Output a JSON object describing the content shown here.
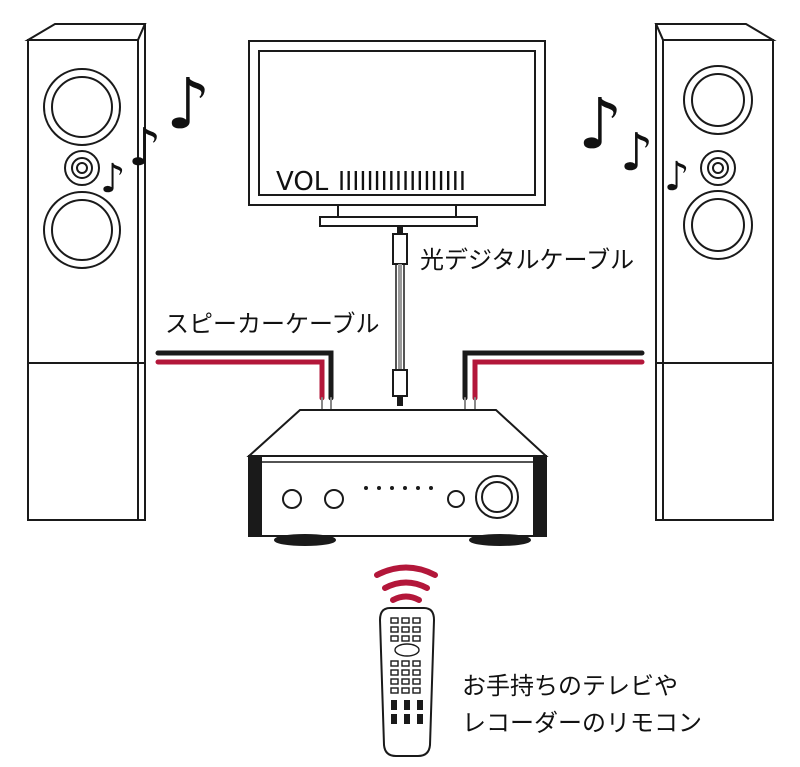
{
  "tv": {
    "vol_label": "VOL",
    "vol_bars": "IIIIIIIIIIIIIIIIII"
  },
  "labels": {
    "optical_cable": "光デジタルケーブル",
    "speaker_cable": "スピーカーケーブル",
    "remote_line1": "お手持ちのテレビや",
    "remote_line2": "レコーダーのリモコン"
  },
  "icons": {
    "music_note": "♪"
  },
  "colors": {
    "speaker_wire_red": "#b3173a",
    "signal_waves": "#b3173a",
    "line": "#1a1a1a"
  }
}
